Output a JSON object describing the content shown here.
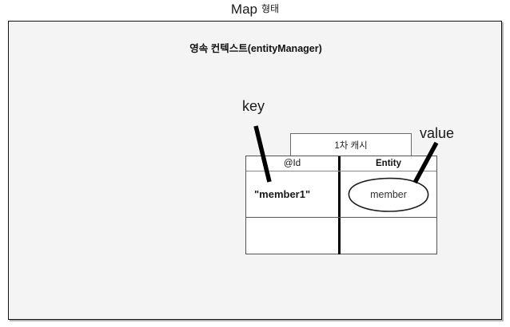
{
  "title": {
    "main": "Map",
    "sub": "형태"
  },
  "context": {
    "label": "영속 컨텍스트(entityManager)"
  },
  "cache": {
    "caption": "1차 캐시"
  },
  "table": {
    "headers": [
      "@Id",
      "Entity"
    ],
    "rows": [
      {
        "key": "\"member1\"",
        "value": "member"
      },
      {
        "key": "",
        "value": ""
      }
    ]
  },
  "annotations": {
    "key_label": "key",
    "value_label": "value"
  },
  "colors": {
    "page_background": "#ffffff",
    "box_background": "#f4f4f4",
    "box_border": "#111111",
    "table_background": "#ffffff",
    "table_border": "#555555",
    "divider": "#000000",
    "text": "#1a1a1a"
  }
}
